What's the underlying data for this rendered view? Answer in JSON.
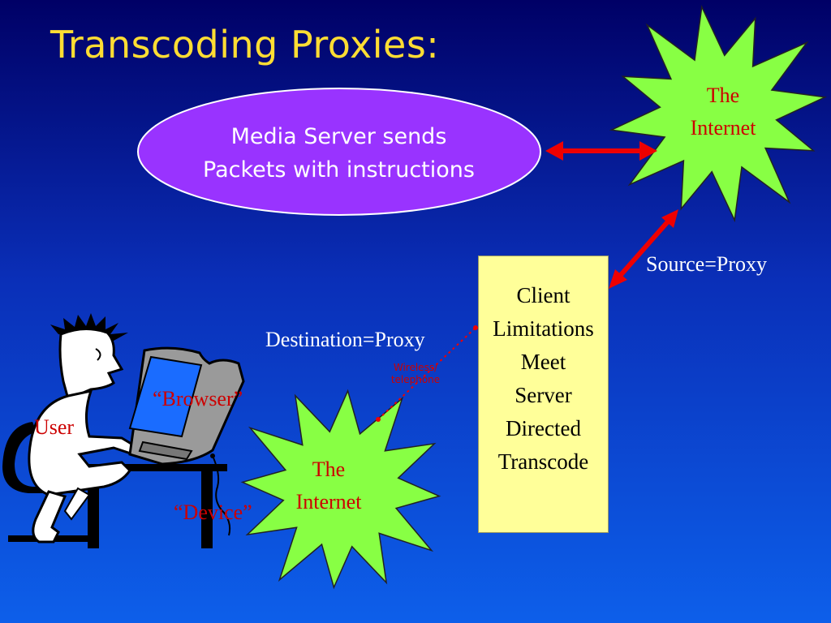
{
  "slide": {
    "title": "Transcoding Proxies:"
  },
  "media_server": {
    "line1": "Media Server sends",
    "line2": "Packets with instructions",
    "color": "#9933ff"
  },
  "internet_top": {
    "line1": "The",
    "line2": "Internet"
  },
  "internet_bottom": {
    "line1": "The",
    "line2": "Internet"
  },
  "proxy": {
    "lines": [
      "Client",
      "Limitations",
      "Meet",
      "Server",
      "Directed",
      "Transcode"
    ],
    "color": "#ffff99"
  },
  "labels": {
    "source": "Source=Proxy",
    "destination": "Destination=Proxy",
    "wireless_line1": "Wireless/",
    "wireless_line2": "telephone",
    "browser": "“Browser”",
    "device": "“Device”",
    "user": "User"
  },
  "colors": {
    "title": "#ffdd33",
    "burst": "#88ff44",
    "arrow": "#ee0000",
    "label_red": "#cc0000"
  }
}
